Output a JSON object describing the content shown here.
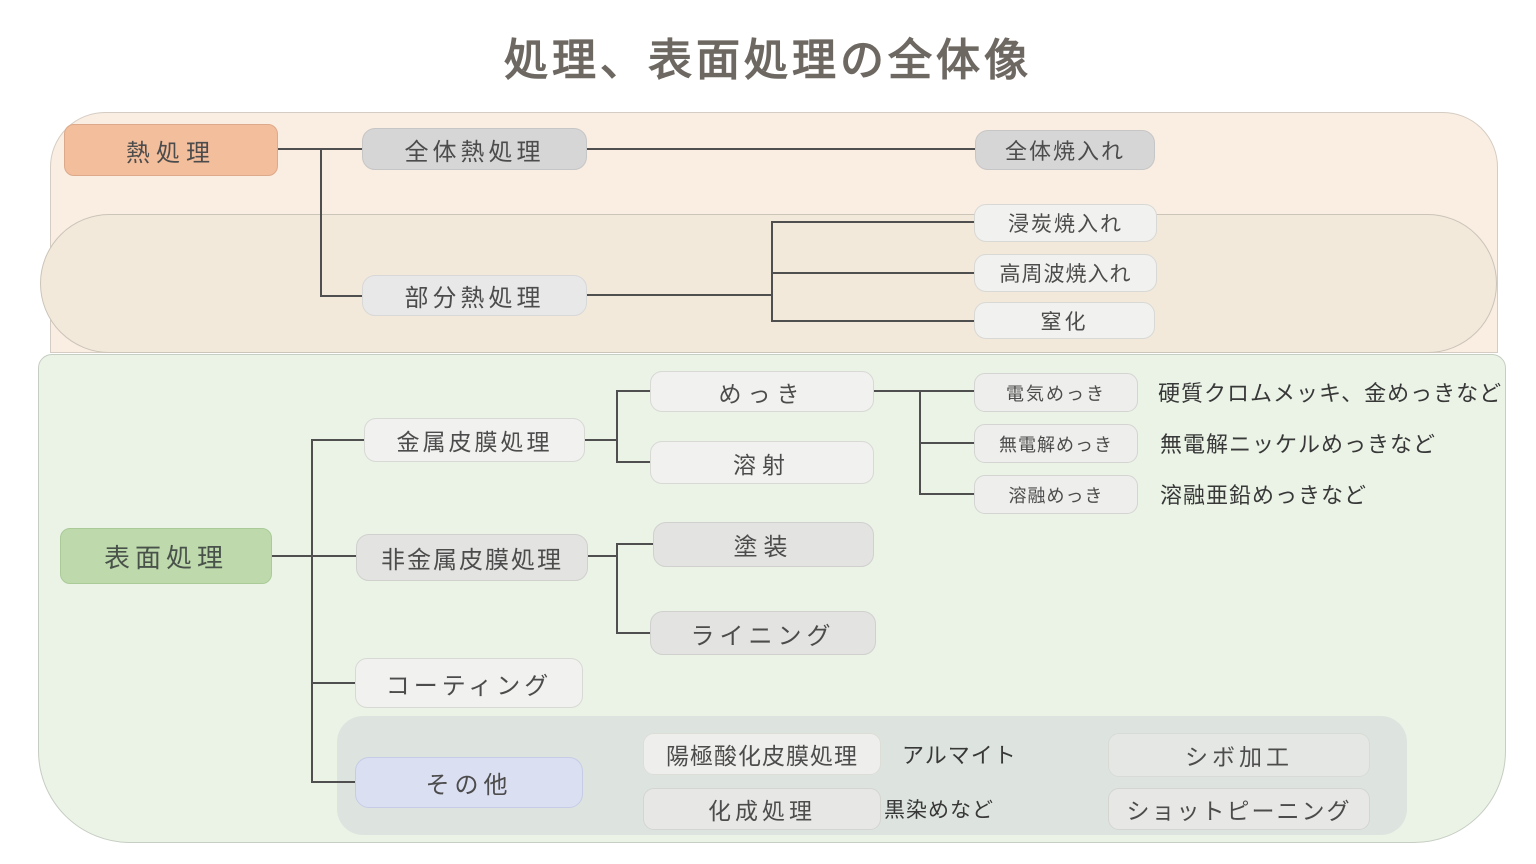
{
  "title": "処理、表面処理の全体像",
  "tree": {
    "heat": {
      "label": "熱処理"
    },
    "whole_heat": {
      "label": "全体熱処理"
    },
    "whole_quench": {
      "label": "全体焼入れ"
    },
    "partial_heat": {
      "label": "部分熱処理"
    },
    "carburizing": {
      "label": "浸炭焼入れ"
    },
    "induction_hardening": {
      "label": "高周波焼入れ"
    },
    "nitriding": {
      "label": "窒化"
    },
    "surface": {
      "label": "表面処理"
    },
    "metal_film": {
      "label": "金属皮膜処理"
    },
    "plating": {
      "label": "めっき"
    },
    "thermal_spray": {
      "label": "溶射"
    },
    "electroplating": {
      "label": "電気めっき",
      "note": "硬質クロムメッキ、金めっきなど"
    },
    "electroless_plating": {
      "label": "無電解めっき",
      "note": "無電解ニッケルめっきなど"
    },
    "hot_dip_plating": {
      "label": "溶融めっき",
      "note": "溶融亜鉛めっきなど"
    },
    "nonmetal_film": {
      "label": "非金属皮膜処理"
    },
    "painting": {
      "label": "塗装"
    },
    "lining": {
      "label": "ライニング"
    },
    "coating": {
      "label": "コーティング"
    },
    "others": {
      "label": "その他"
    },
    "anodizing": {
      "label": "陽極酸化皮膜処理",
      "note": "アルマイト"
    },
    "chemical_conversion": {
      "label": "化成処理",
      "note": "黒染めなど"
    },
    "texturing": {
      "label": "シボ加工"
    },
    "shot_peening": {
      "label": "ショットピーニング"
    }
  },
  "colors": {
    "heat_root_bg": "#F3BE9C",
    "surface_root_bg": "#BED9AC",
    "others_node_bg": "#DBDFF2",
    "heat_panel_bg": "#FAEDE2",
    "partial_heat_panel_bg": "#F2E9DB",
    "surface_panel_bg": "#EAF3E6",
    "others_panel_bg": "#DDE4DF",
    "node_gray_bg": "#D6D6D6",
    "connector_line": "#4F4F4F",
    "title_text": "#6E6862"
  }
}
